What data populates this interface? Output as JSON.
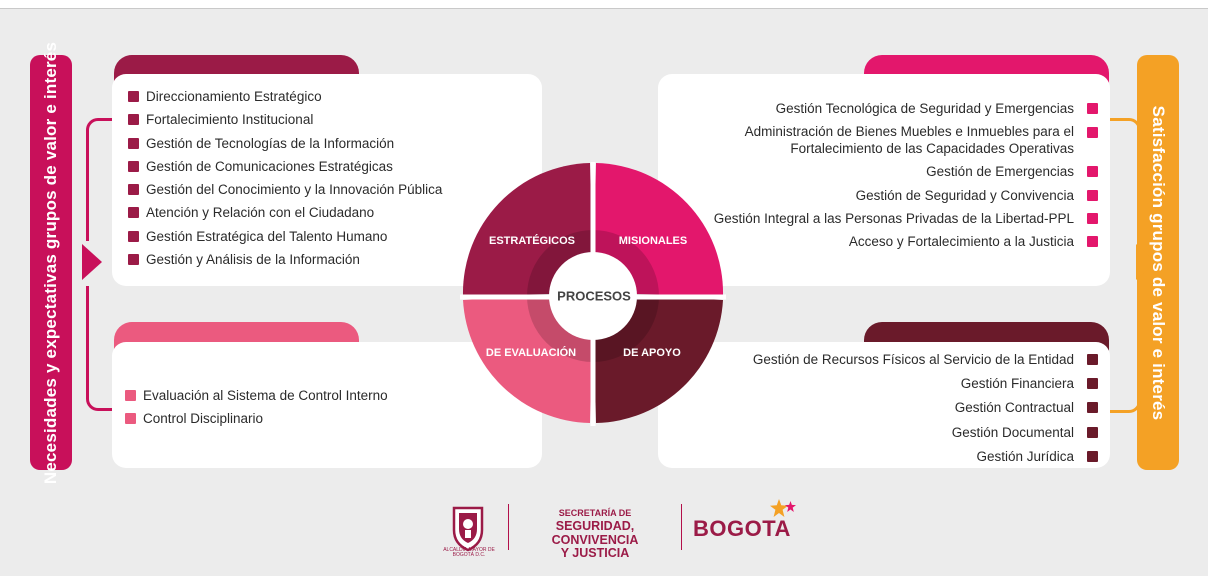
{
  "left_bar": {
    "text": "Necesidades y expectativas grupos de valor e interés",
    "color": "#c8105a"
  },
  "right_bar": {
    "text": "Satisfacción grupos de valor e interés",
    "color": "#f4a125"
  },
  "center": {
    "label": "PROCESOS",
    "quadrants": {
      "estrategicos": {
        "label": "ESTRATÉGICOS",
        "color": "#9b1b47"
      },
      "misionales": {
        "label": "MISIONALES",
        "color": "#e3176c"
      },
      "evaluacion": {
        "label": "DE EVALUACIÓN",
        "color": "#eb5a7f"
      },
      "apoyo": {
        "label": "DE APOYO",
        "color": "#6a1a2a"
      }
    }
  },
  "estrategicos": {
    "items": [
      "Direccionamiento Estratégico",
      "Fortalecimiento Institucional",
      "Gestión de Tecnologías de la Información",
      "Gestión de Comunicaciones Estratégicas",
      "Gestión del Conocimiento y la Innovación Pública",
      "Atención y Relación con el Ciudadano",
      "Gestión Estratégica del Talento Humano",
      "Gestión y Análisis de la Información"
    ]
  },
  "evaluacion": {
    "items": [
      "Evaluación al Sistema de Control Interno",
      "Control Disciplinario"
    ]
  },
  "misionales": {
    "items": [
      "Gestión Tecnológica de Seguridad y Emergencias",
      "Administración de Bienes Muebles e Inmuebles para el\nFortalecimiento de las Capacidades Operativas",
      "Gestión de Emergencias",
      "Gestión de Seguridad y Convivencia",
      "Gestión Integral a las Personas Privadas de la Libertad-PPL",
      "Acceso y Fortalecimiento a la Justicia"
    ]
  },
  "apoyo": {
    "items": [
      "Gestión de Recursos Físicos al Servicio de la Entidad",
      "Gestión Financiera",
      "Gestión Contractual",
      "Gestión Documental",
      "Gestión Jurídica"
    ]
  },
  "footer": {
    "escudo_caption": "ALCALDÍA MAYOR DE BOGOTÁ D.C.",
    "secretaria_top": "SECRETARÍA DE",
    "secretaria_mid": "SEGURIDAD, CONVIVENCIA",
    "secretaria_bottom": "Y JUSTICIA",
    "bogota": "BOGOTA",
    "escudo_icon": "coat-of-arms-icon",
    "star_icon": "star-icon"
  }
}
